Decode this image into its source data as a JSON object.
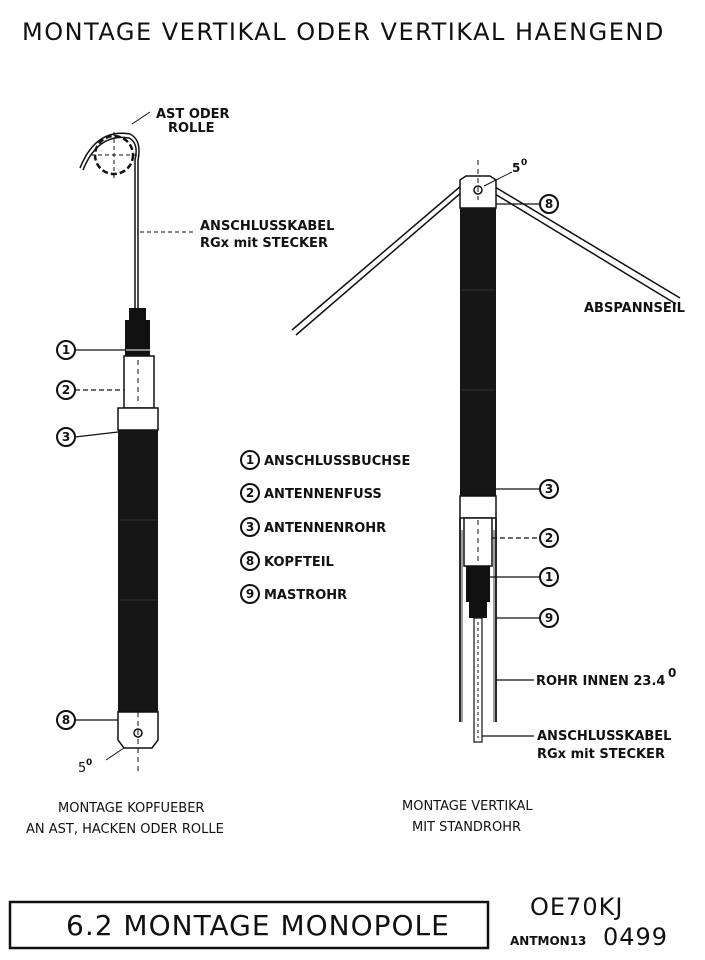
{
  "header": {
    "title": "MONTAGE VERTIKAL ODER VERTIKAL HAENGEND"
  },
  "left_assembly": {
    "top_label_line1": "AST ODER",
    "top_label_line2": "ROLLE",
    "cable_label_line1": "ANSCHLUSSKABEL",
    "cable_label_line2": "RGx mit STECKER",
    "angle_label": "5",
    "degree_mark": "0",
    "caption_line1": "MONTAGE KOPFUEBER",
    "caption_line2": "AN AST, HACKEN ODER ROLLE",
    "callouts": [
      "1",
      "2",
      "3",
      "8"
    ]
  },
  "legend": {
    "items": [
      {
        "num": "1",
        "label": "ANSCHLUSSBUCHSE"
      },
      {
        "num": "2",
        "label": "ANTENNENFUSS"
      },
      {
        "num": "3",
        "label": "ANTENNENROHR"
      },
      {
        "num": "8",
        "label": "KOPFTEIL"
      },
      {
        "num": "9",
        "label": "MASTROHR"
      }
    ]
  },
  "right_assembly": {
    "angle_label": "5",
    "degree_mark": "0",
    "guy_label": "ABSPANNSEIL",
    "tube_label": "ROHR INNEN 23.4",
    "tube_degree": "0",
    "cable_label_line1": "ANSCHLUSSKABEL",
    "cable_label_line2": "RGx mit STECKER",
    "caption_line1": "MONTAGE VERTIKAL",
    "caption_line2": "MIT STANDROHR",
    "callouts": [
      "8",
      "3",
      "2",
      "1",
      "9"
    ]
  },
  "footer": {
    "box_title": "6.2 MONTAGE MONOPOLE",
    "callsign": "OE70KJ",
    "doc_code": "ANTMON13",
    "doc_number": "0499"
  }
}
